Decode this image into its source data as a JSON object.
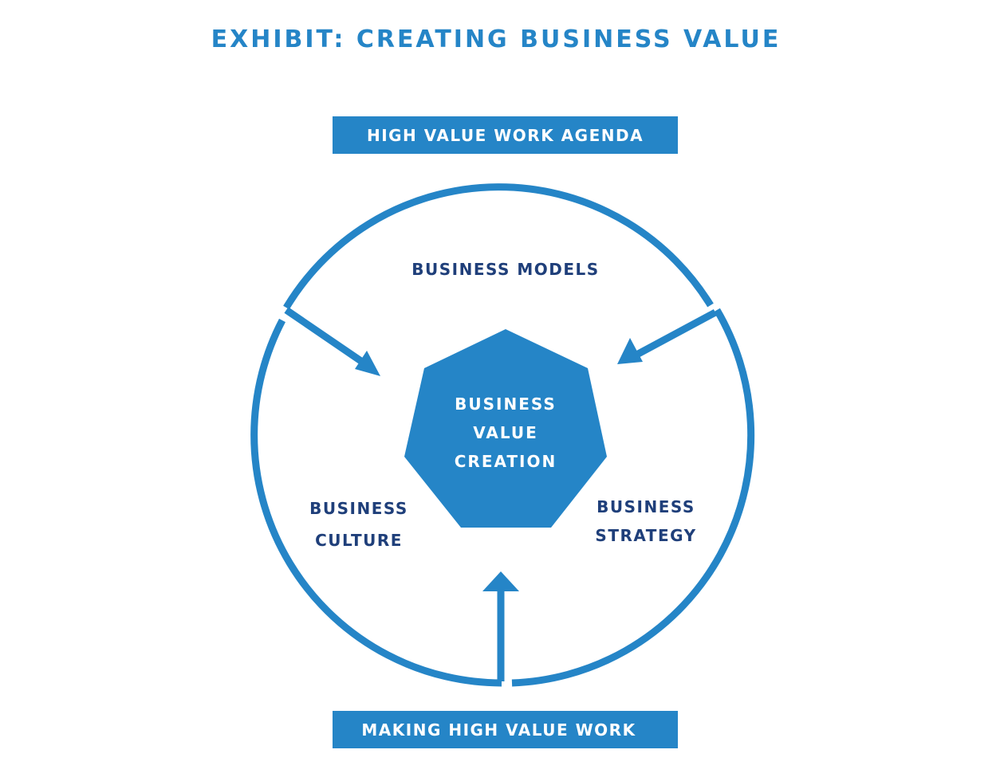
{
  "title": "EXHIBIT: CREATING BUSINESS VALUE",
  "top_banner": "HIGH VALUE WORK AGENDA",
  "bottom_banner": "MAKING HIGH VALUE WORK",
  "center": {
    "line1": "BUSINESS",
    "line2": "VALUE",
    "line3": "CREATION"
  },
  "segments": {
    "models": "BUSINESS MODELS",
    "culture": {
      "line1": "BUSINESS",
      "line2": "CULTURE"
    },
    "strategy": {
      "line1": "BUSINESS",
      "line2": "STRATEGY"
    }
  },
  "colors": {
    "accent": "#2585C7",
    "label_text": "#1F3F7A",
    "background": "#FFFFFF"
  }
}
